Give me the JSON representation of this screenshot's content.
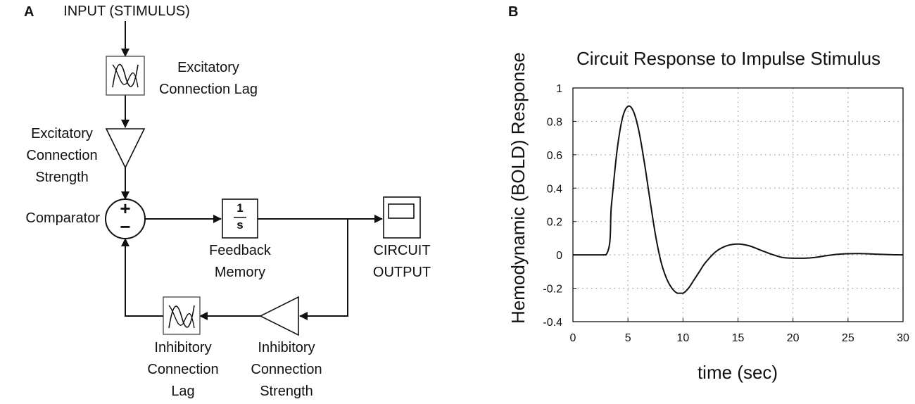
{
  "panel_a": {
    "letter": "A",
    "input_label": "INPUT (STIMULUS)",
    "excitatory_lag": [
      "Excitatory",
      "Connection Lag"
    ],
    "excitatory_strength": [
      "Excitatory",
      "Connection",
      "Strength"
    ],
    "comparator": "Comparator",
    "comparator_plus": "+",
    "comparator_minus": "−",
    "integrator_num": "1",
    "integrator_den": "s",
    "feedback_memory": [
      "Feedback",
      "Memory"
    ],
    "circuit_output": [
      "CIRCUIT",
      "OUTPUT"
    ],
    "inhibitory_lag": [
      "Inhibitory",
      "Connection",
      "Lag"
    ],
    "inhibitory_strength": [
      "Inhibitory",
      "Connection",
      "Strength"
    ]
  },
  "panel_b": {
    "letter": "B",
    "chart_data": {
      "type": "line",
      "title": "Circuit Response to Impulse Stimulus",
      "xlabel": "time (sec)",
      "ylabel": "Hemodynamic (BOLD) Response",
      "xlim": [
        0,
        30
      ],
      "ylim": [
        -0.4,
        1
      ],
      "x_ticks": [
        "0",
        "5",
        "10",
        "15",
        "20",
        "25",
        "30"
      ],
      "y_ticks": [
        "1",
        "0.8",
        "0.6",
        "0.4",
        "0.2",
        "0",
        "-0.2",
        "-0.4"
      ],
      "grid": "dotted",
      "series": [
        {
          "x": [
            0,
            3,
            3.5,
            4,
            4.5,
            5,
            5.5,
            6,
            6.5,
            7,
            7.5,
            8,
            8.5,
            9,
            9.5,
            10,
            10.5,
            11,
            11.5,
            12,
            13,
            14,
            15,
            16,
            17,
            18,
            19,
            20,
            21,
            22,
            23,
            24,
            25,
            26,
            27,
            28,
            29,
            30
          ],
          "y": [
            0,
            0,
            0.3,
            0.62,
            0.82,
            0.89,
            0.86,
            0.74,
            0.55,
            0.33,
            0.12,
            -0.04,
            -0.14,
            -0.2,
            -0.23,
            -0.23,
            -0.2,
            -0.15,
            -0.1,
            -0.05,
            0.02,
            0.055,
            0.065,
            0.055,
            0.03,
            0.005,
            -0.015,
            -0.02,
            -0.02,
            -0.015,
            -0.005,
            0.003,
            0.007,
            0.008,
            0.006,
            0.003,
            0.001,
            0
          ]
        }
      ]
    }
  }
}
